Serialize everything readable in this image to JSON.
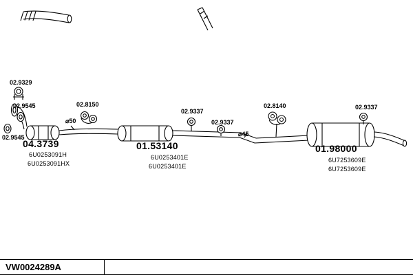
{
  "colors": {
    "ink": "#000000",
    "background": "#ffffff"
  },
  "diagram": {
    "mounts": {
      "clamp": "02.9329",
      "gasket1": "02.9545",
      "gasket2": "02.9545",
      "bracket_front": "02.8150",
      "hanger1": "02.9337",
      "hanger2": "02.9337",
      "bracket_rear": "02.8140",
      "hanger3": "02.9337"
    },
    "diameters": {
      "front_pipe": "⌀50",
      "mid_pipe": "⌀45"
    },
    "parts": {
      "front": {
        "number": "04.3739",
        "oe1": "6U0253091H",
        "oe2": "6U0253091HX"
      },
      "middle": {
        "number": "01.53140",
        "oe1": "6U0253401E",
        "oe2": "6U0253401E"
      },
      "rear": {
        "number": "01.98000",
        "oe1": "6U7253609E",
        "oe2": "6U7253609E"
      }
    },
    "footer": {
      "system_code": "VW0024289A"
    }
  }
}
